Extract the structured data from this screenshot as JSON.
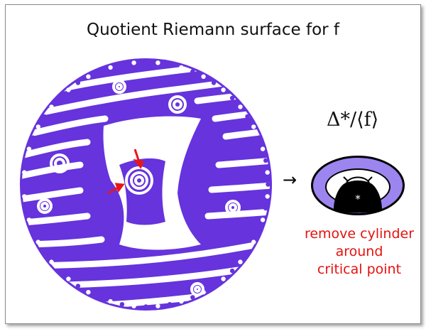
{
  "title": "Quotient Riemann surface for f",
  "quotient_label": "Δ*/⟨f⟩",
  "arrow_glyph": "→",
  "torus_mark": "*",
  "caption": {
    "line1": "remove cylinder",
    "line2": "around",
    "line3": "critical point"
  },
  "colors": {
    "purple": "#6633dd",
    "lavender": "#9d85ef",
    "arrow_red": "#e8171b",
    "caption_red": "#e5120e"
  }
}
